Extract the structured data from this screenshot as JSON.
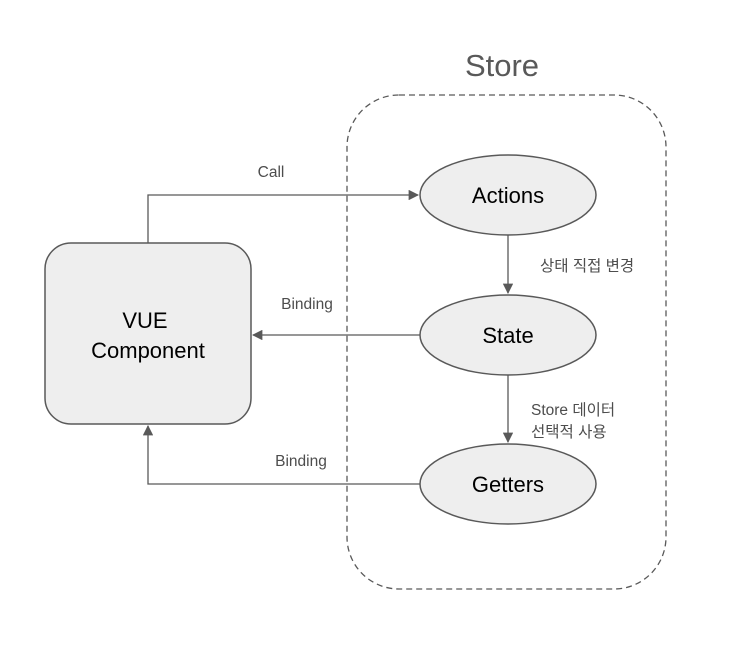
{
  "store": {
    "title": "Store"
  },
  "nodes": {
    "component": {
      "line1": "VUE",
      "line2": "Component"
    },
    "actions": "Actions",
    "state": "State",
    "getters": "Getters"
  },
  "edges": {
    "call": "Call",
    "binding_state": "Binding",
    "binding_getters": "Binding",
    "actions_to_state": "상태 직접 변경",
    "state_to_getters_line1": "Store 데이터",
    "state_to_getters_line2": "선택적 사용"
  },
  "colors": {
    "node_fill": "#eeeeee",
    "stroke": "#595959",
    "edge_label": "#4d4d4d"
  }
}
